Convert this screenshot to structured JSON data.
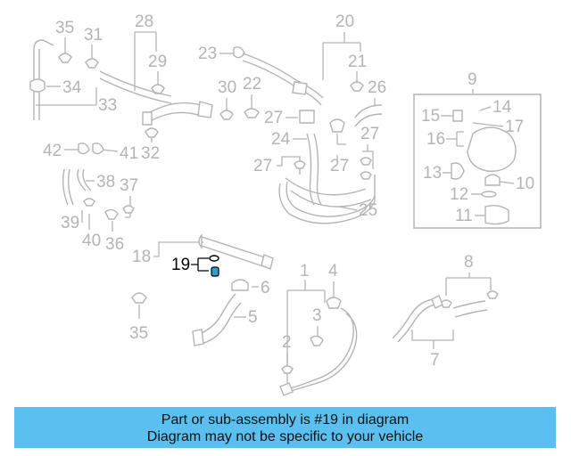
{
  "callouts": {
    "c35a": "35",
    "c31": "31",
    "c28": "28",
    "c29": "29",
    "c20": "20",
    "c23": "23",
    "c21": "21",
    "c34": "34",
    "c33": "33",
    "c30": "30",
    "c22": "22",
    "c26": "26",
    "c9": "9",
    "c14": "14",
    "c15": "15",
    "c17": "17",
    "c16": "16",
    "c27a": "27",
    "c27b": "27",
    "c24": "24",
    "c27c": "27",
    "c27d": "27",
    "c42": "42",
    "c41": "41",
    "c32": "32",
    "c13": "13",
    "c10": "10",
    "c12": "12",
    "c11": "11",
    "c38": "38",
    "c37": "37",
    "c25": "25",
    "c39": "39",
    "c40": "40",
    "c36": "36",
    "c18": "18",
    "c19": "19",
    "c8": "8",
    "c1": "1",
    "c4": "4",
    "c6": "6",
    "c3": "3",
    "c5": "5",
    "c2": "2",
    "c7": "7",
    "c35b": "35"
  },
  "highlighted_part": "19",
  "banner": {
    "line1": "Part or sub-assembly is #19 in diagram",
    "line2": "Diagram may not be specific to your vehicle"
  },
  "colors": {
    "callout": "#b4b4b4",
    "highlight": "#000000",
    "banner_bg": "#5bc0f0"
  }
}
